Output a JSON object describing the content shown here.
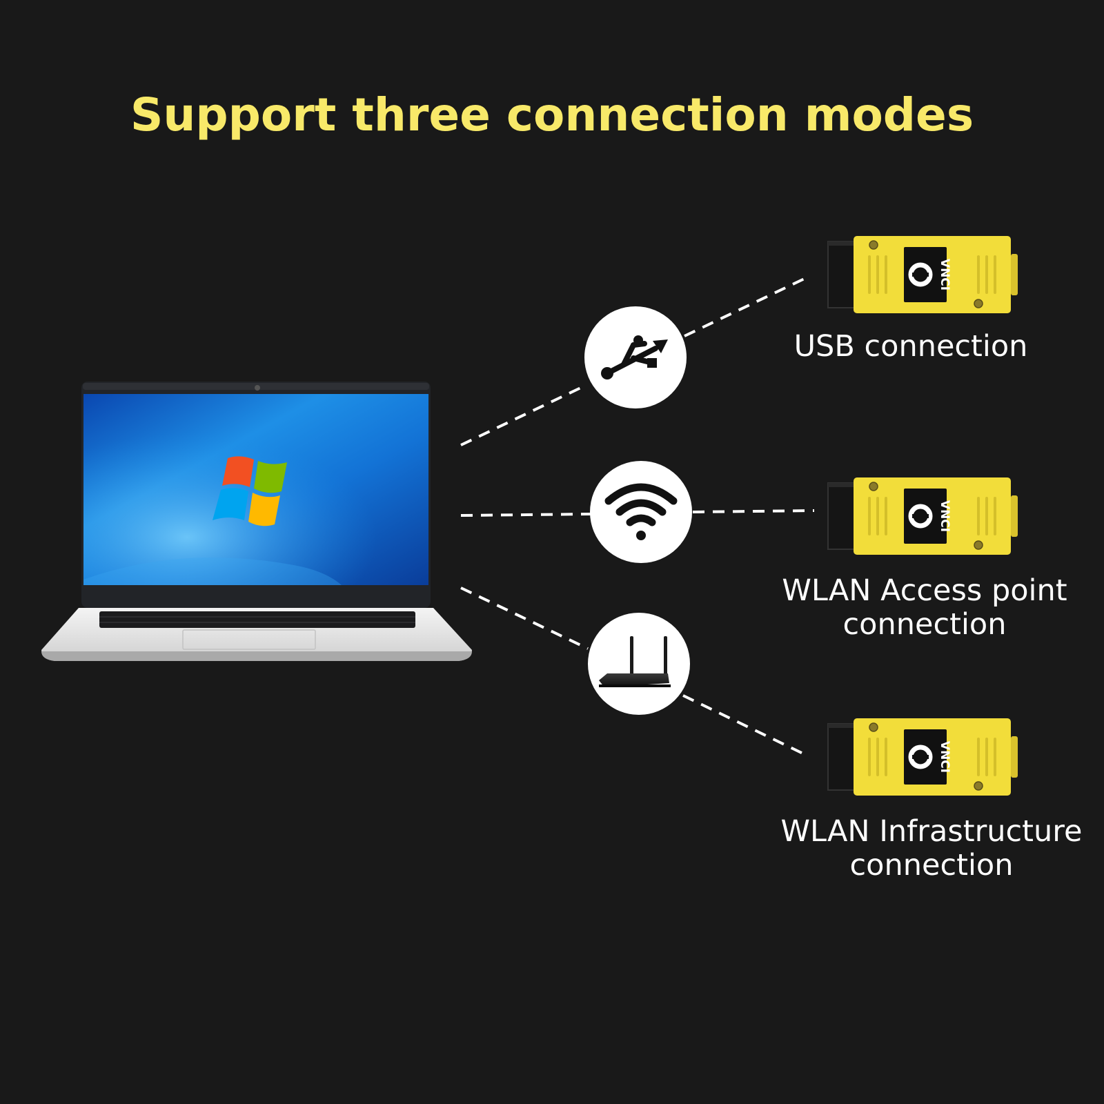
{
  "title": "Support three connection modes",
  "device_brand": "VNCI",
  "modes": [
    {
      "id": "usb",
      "icon": "usb-icon",
      "lines": [
        "USB connection"
      ]
    },
    {
      "id": "wlan-ap",
      "icon": "wifi-icon",
      "lines": [
        "WLAN Access point",
        "connection"
      ]
    },
    {
      "id": "wlan-infra",
      "icon": "router-icon",
      "lines": [
        "WLAN Infrastructure",
        "connection"
      ]
    }
  ],
  "colors": {
    "background": "#191919",
    "title": "#f8e969",
    "device_body": "#f2dd3a",
    "label": "#ffffff",
    "connector_line": "#ffffff"
  }
}
